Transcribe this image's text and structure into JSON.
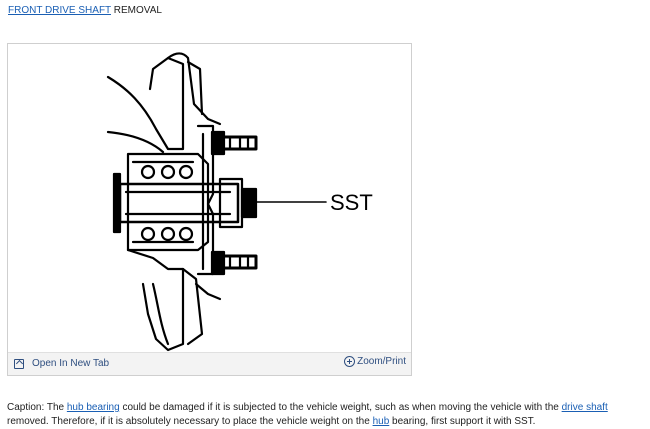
{
  "heading": {
    "link": "FRONT DRIVE SHAFT",
    "text": " REMOVAL"
  },
  "figure": {
    "callout_label": "SST",
    "open_tab_label": "Open In New Tab",
    "zoom_label": "Zoom/Print"
  },
  "caption": {
    "p1": "Caption: The ",
    "link1": "hub bearing",
    "p2": " could be damaged if it is subjected to the vehicle weight, such as when moving the vehicle with the ",
    "link2": "drive shaft",
    "p3": " removed. Therefore, if it is absolutely necessary to place the vehicle weight on the ",
    "link3": "hub",
    "p4": " bearing, first support it with SST."
  }
}
